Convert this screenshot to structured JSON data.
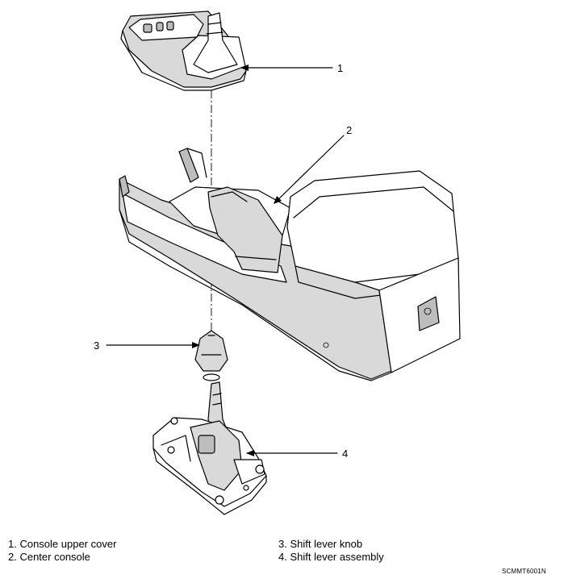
{
  "callouts": [
    "1",
    "2",
    "3",
    "4"
  ],
  "legend": {
    "left": [
      "1.  Console upper cover",
      "2.  Center console"
    ],
    "right": [
      "3.  Shift lever knob",
      "4.  Shift lever assembly"
    ]
  },
  "figure_code": "SCMMT6001N"
}
